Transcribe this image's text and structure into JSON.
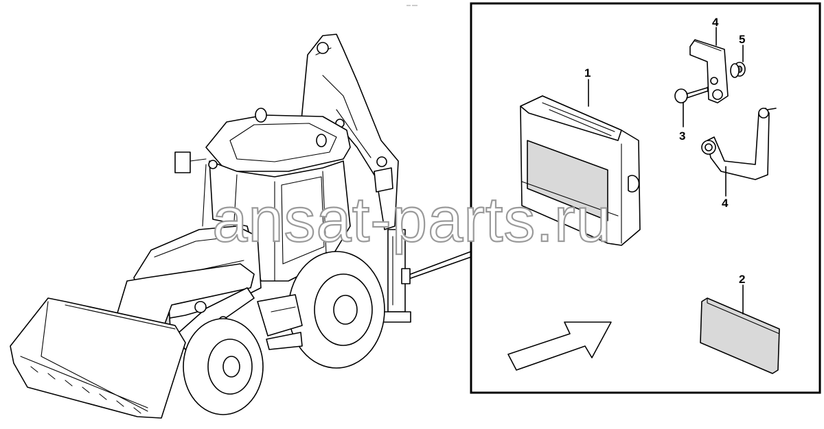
{
  "diagram": {
    "watermark": "ansat-parts.ru",
    "callouts": [
      {
        "id": "c1",
        "label": "1"
      },
      {
        "id": "c2",
        "label": "2"
      },
      {
        "id": "c3",
        "label": "3"
      },
      {
        "id": "c4a",
        "label": "4"
      },
      {
        "id": "c4b",
        "label": "4"
      },
      {
        "id": "c5",
        "label": "5"
      }
    ],
    "parts": [
      {
        "callout": "1",
        "icon": "control-module-icon"
      },
      {
        "callout": "2",
        "icon": "label-plate-icon"
      },
      {
        "callout": "3",
        "icon": "bolt-icon"
      },
      {
        "callout": "4",
        "icon": "bracket-icon"
      },
      {
        "callout": "5",
        "icon": "nut-icon"
      }
    ]
  }
}
